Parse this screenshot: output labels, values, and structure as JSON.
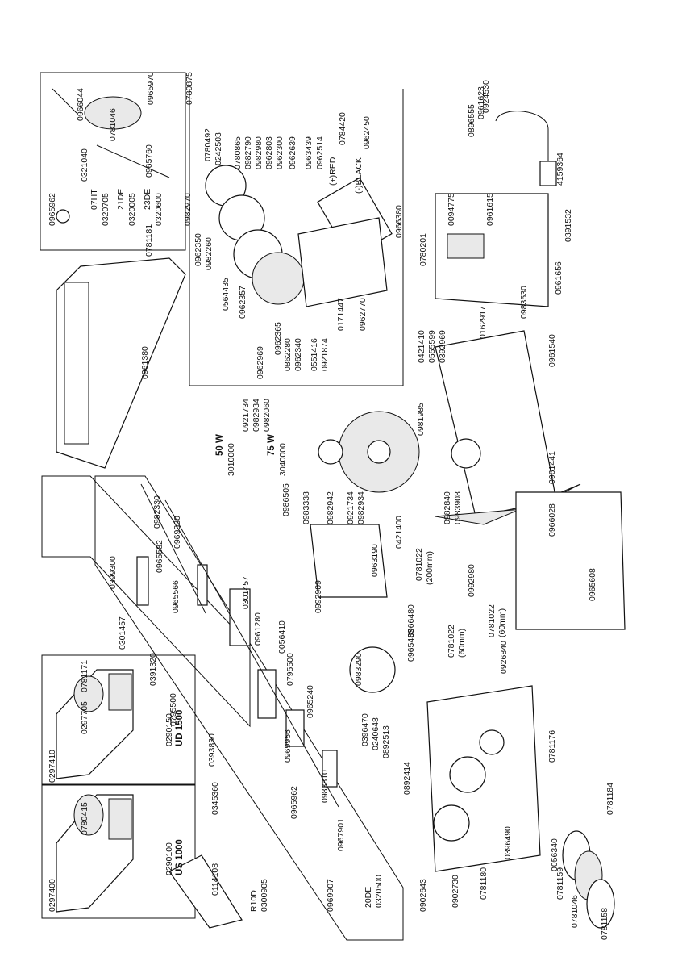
{
  "labels": {
    "p0114108": "0114108",
    "p0297400": "0297400",
    "p0780415": "0780415",
    "p0290100": "0290100",
    "us1000": "US 1000",
    "p0297410": "0297410",
    "p0297705": "0297705",
    "p0781171": "0781171",
    "p0290150": "0290150",
    "ud1500": "UD 1500",
    "w50": "50 W",
    "p3010000": "3010000",
    "w75": "75 W",
    "p3040000": "3040000",
    "p0961380": "0961380",
    "p0781181": "0781181",
    "p0965962a": "0965962",
    "t07ht": "07HT",
    "p0320705": "0320705",
    "t21de": "21DE",
    "p0320005": "0320005",
    "t23de": "23DE",
    "p0320600": "0320600",
    "p0321040": "0321040",
    "p0966044": "0966044",
    "p0965760": "0965760",
    "p0781046a": "0781046",
    "p0965970": "0965970",
    "p0780875": "0780875",
    "p0780492": "0780492",
    "p0242503": "0242503",
    "p0780865": "0780865",
    "p0982790": "0982790",
    "p0982980": "0982980",
    "p0962803": "0962803",
    "p0962300": "0962300",
    "p0962639": "0962639",
    "p0963439": "0963439",
    "p0962514": "0962514",
    "red": "(+)RED",
    "black": "(-)BLACK",
    "p0784420": "0784420",
    "p0962450": "0962450",
    "p0982970": "0982970",
    "p0962350": "0962350",
    "p0982260": "0982260",
    "p0564435": "0564435",
    "p0962357": "0962357",
    "p0962969": "0962969",
    "p0962365": "0962365",
    "p0862280": "0862280",
    "p0962340": "0962340",
    "p0551416": "0551416",
    "p0921874": "0921874",
    "p0171447": "0171447",
    "p0962770": "0962770",
    "p0966380": "0966380",
    "p0780201": "0780201",
    "p0094775": "0094775",
    "p0896555": "0896555",
    "p0961623": "0961623",
    "p0924530": "0924530",
    "p4159364": "4159364",
    "p0961615": "0961615",
    "p0391532": "0391532",
    "p0983530": "0983530",
    "p0961656": "0961656",
    "p0162917": "0162917",
    "p0961540": "0961540",
    "p0421410": "0421410",
    "p0555599": "0555599",
    "p0392969": "0392969",
    "p0921734a": "0921734",
    "p0982934a": "0982934",
    "p0982060": "0982060",
    "p0981985": "0981985",
    "p0986505": "0986505",
    "p0983338": "0983338",
    "p0982942": "0982942",
    "p0921734b": "0921734",
    "p0982934b": "0982934",
    "p0982840": "0982840",
    "p0983908": "0983908",
    "p0961441": "0961441",
    "p0966028": "0966028",
    "p0965608": "0965608",
    "p0421400": "0421400",
    "p0963190": "0963190",
    "p0992909": "0992909",
    "p0781022a": "0781022",
    "len200": "(200mm)",
    "p0992980": "0992980",
    "p0781022b": "0781022",
    "len60a": "(60mm)",
    "p0781022c": "0781022",
    "len60b": "(60mm)",
    "p0926840": "0926840",
    "p0966480": "0966480",
    "p0965483": "0965483",
    "p0983290": "0983290",
    "p0399300": "0399300",
    "p0982330": "0982330",
    "p0969330": "0969330",
    "p0965582": "0965582",
    "p0965566": "0965566",
    "p0301457a": "0301457",
    "p0301457b": "0301457",
    "p0961280": "0961280",
    "p0056410": "0056410",
    "p0391320": "0391320",
    "p0795500a": "0795500",
    "p0795500b": "0795500",
    "p0965240": "0965240",
    "p0393830": "0393830",
    "p0969956": "0969956",
    "p0983810": "0983810",
    "p0345360": "0345360",
    "p0965962b": "0965962",
    "p0967901": "0967901",
    "r10d": "R10D",
    "p0300905": "0300905",
    "p0969907": "0969907",
    "t20de": "20DE",
    "p0320500": "0320500",
    "p0396470": "0396470",
    "p0240648": "0240648",
    "p0892513": "0892513",
    "p0892414": "0892414",
    "p0781176": "0781176",
    "p0781184": "0781184",
    "p0396490": "0396490",
    "p0056340": "0056340",
    "p0781159": "0781159",
    "p0781046b": "0781046",
    "p0781158": "0781158",
    "p0781180": "0781180",
    "p0902730": "0902730",
    "p0902643": "0902643"
  },
  "colors": {
    "ink": "#111111",
    "paper": "#ffffff"
  }
}
